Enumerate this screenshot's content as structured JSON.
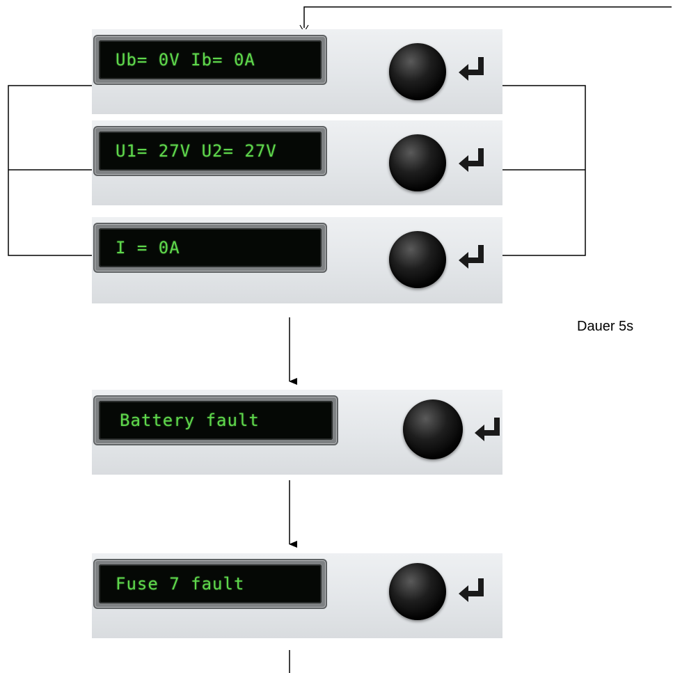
{
  "screens": [
    {
      "id": "voltage-current-b",
      "text": "Ub= 0V Ib= 0A"
    },
    {
      "id": "voltage-1-2",
      "text": "U1= 27V U2= 27V"
    },
    {
      "id": "current",
      "text": "I = 0A"
    },
    {
      "id": "battery-fault",
      "text": "Battery fault"
    },
    {
      "id": "fuse-fault",
      "text": "Fuse 7 fault"
    }
  ],
  "duration_label": "Dauer 5s",
  "icons": {
    "knob": "push-button-icon",
    "enter": "enter-return-icon"
  },
  "colors": {
    "lcd_text": "#5fd84c",
    "lcd_bg": "#050805",
    "panel": "#e6e8ea",
    "lines": "#000000"
  }
}
